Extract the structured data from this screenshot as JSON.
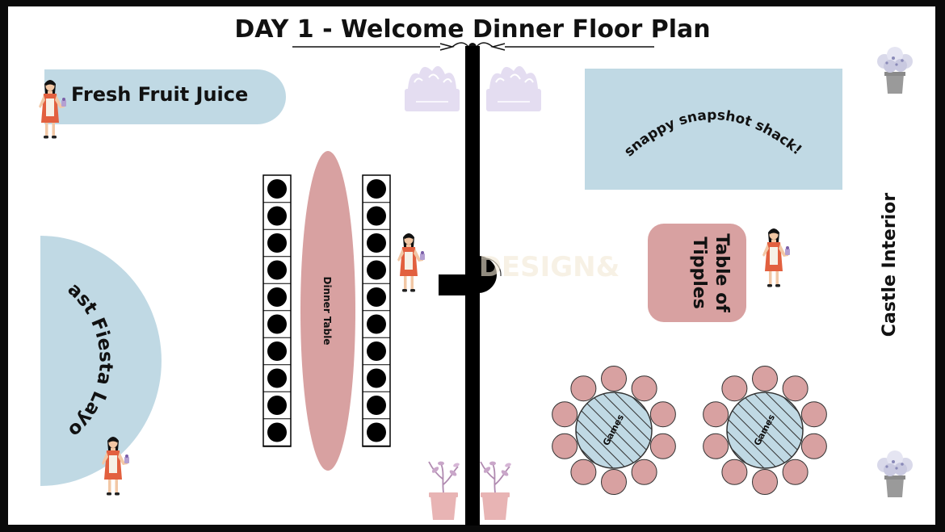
{
  "title": "DAY 1 - Welcome Dinner Floor Plan",
  "stations": {
    "juice": "Fresh Fruit Juice",
    "photo": "snappy snapshot shack!",
    "feast": "Feast Fiesta Layout",
    "dinner_table": "Dinner Table",
    "tipples": [
      "Table of",
      "Tipples"
    ],
    "castle": "Castle Interior",
    "games_label": "Games"
  },
  "watermark": "DESIGN&",
  "colors": {
    "blue": "#c0d9e4",
    "pink": "#d8a1a1",
    "lavender": "#e4ddf1",
    "black": "#000000",
    "hostess_dress": "#e2603f"
  },
  "icons": [
    "hostess-icon",
    "flower-box-icon",
    "potted-plant-icon",
    "hydrangea-pot-icon",
    "seat-icon",
    "door-icon"
  ]
}
